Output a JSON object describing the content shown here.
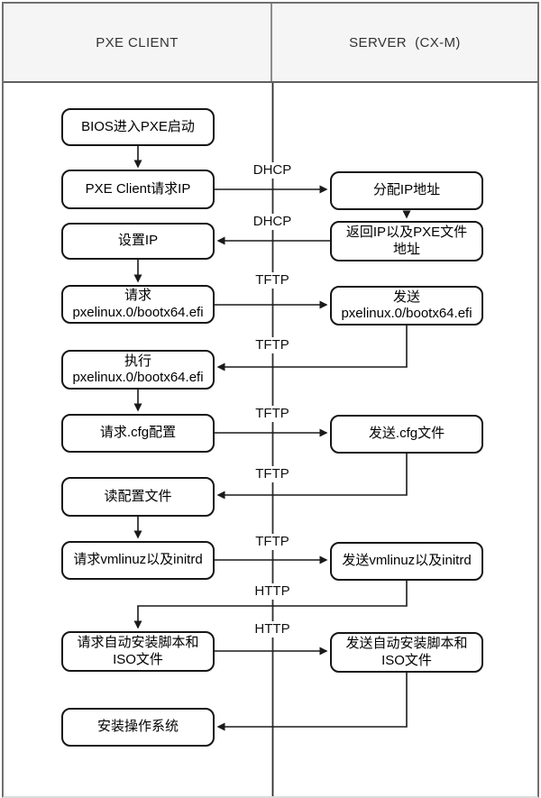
{
  "header": {
    "client": "PXE CLIENT",
    "server": "SERVER  (CX-M)"
  },
  "client_nodes": [
    {
      "label": "BIOS进入PXE启动"
    },
    {
      "label": "PXE Client请求IP"
    },
    {
      "label": "设置IP"
    },
    {
      "label": "请求\npxelinux.0/bootx64.efi"
    },
    {
      "label": "执行\npxelinux.0/bootx64.efi"
    },
    {
      "label": "请求.cfg配置"
    },
    {
      "label": "读配置文件"
    },
    {
      "label": "请求vmlinuz以及initrd"
    },
    {
      "label": "请求自动安装脚本和\nISO文件"
    },
    {
      "label": "安装操作系统"
    }
  ],
  "server_nodes": [
    {
      "label": "分配IP地址"
    },
    {
      "label": "返回IP以及PXE文件\n地址"
    },
    {
      "label": "发送\npxelinux.0/bootx64.efi"
    },
    {
      "label": "发送.cfg文件"
    },
    {
      "label": "发送vmlinuz以及initrd"
    },
    {
      "label": "发送自动安装脚本和\nISO文件"
    }
  ],
  "edges": [
    {
      "from": "BIOS进入PXE启动",
      "to": "PXE Client请求IP",
      "label": ""
    },
    {
      "from": "PXE Client请求IP",
      "to": "分配IP地址",
      "label": "DHCP"
    },
    {
      "from": "分配IP地址",
      "to": "返回IP以及PXE文件地址",
      "label": ""
    },
    {
      "from": "返回IP以及PXE文件地址",
      "to": "设置IP",
      "label": "DHCP"
    },
    {
      "from": "设置IP",
      "to": "请求 pxelinux.0/bootx64.efi",
      "label": ""
    },
    {
      "from": "请求 pxelinux.0/bootx64.efi",
      "to": "发送 pxelinux.0/bootx64.efi",
      "label": "TFTP"
    },
    {
      "from": "发送 pxelinux.0/bootx64.efi",
      "to": "执行 pxelinux.0/bootx64.efi",
      "label": "TFTP"
    },
    {
      "from": "执行 pxelinux.0/bootx64.efi",
      "to": "请求.cfg配置",
      "label": ""
    },
    {
      "from": "请求.cfg配置",
      "to": "发送.cfg文件",
      "label": "TFTP"
    },
    {
      "from": "发送.cfg文件",
      "to": "读配置文件",
      "label": "TFTP"
    },
    {
      "from": "读配置文件",
      "to": "请求vmlinuz以及initrd",
      "label": ""
    },
    {
      "from": "请求vmlinuz以及initrd",
      "to": "发送vmlinuz以及initrd",
      "label": "TFTP"
    },
    {
      "from": "发送vmlinuz以及initrd",
      "to": "请求自动安装脚本和ISO文件",
      "label": "HTTP"
    },
    {
      "from": "请求自动安装脚本和ISO文件",
      "to": "发送自动安装脚本和ISO文件",
      "label": "HTTP"
    },
    {
      "from": "发送自动安装脚本和ISO文件",
      "to": "安装操作系统",
      "label": ""
    }
  ],
  "colors": {
    "header_bg": "#f5f5f5",
    "frame_border": "#707070",
    "flow_line": "#1a1a1a",
    "node_bg": "#ffffff",
    "node_border": "#161616",
    "text": "#111111"
  }
}
